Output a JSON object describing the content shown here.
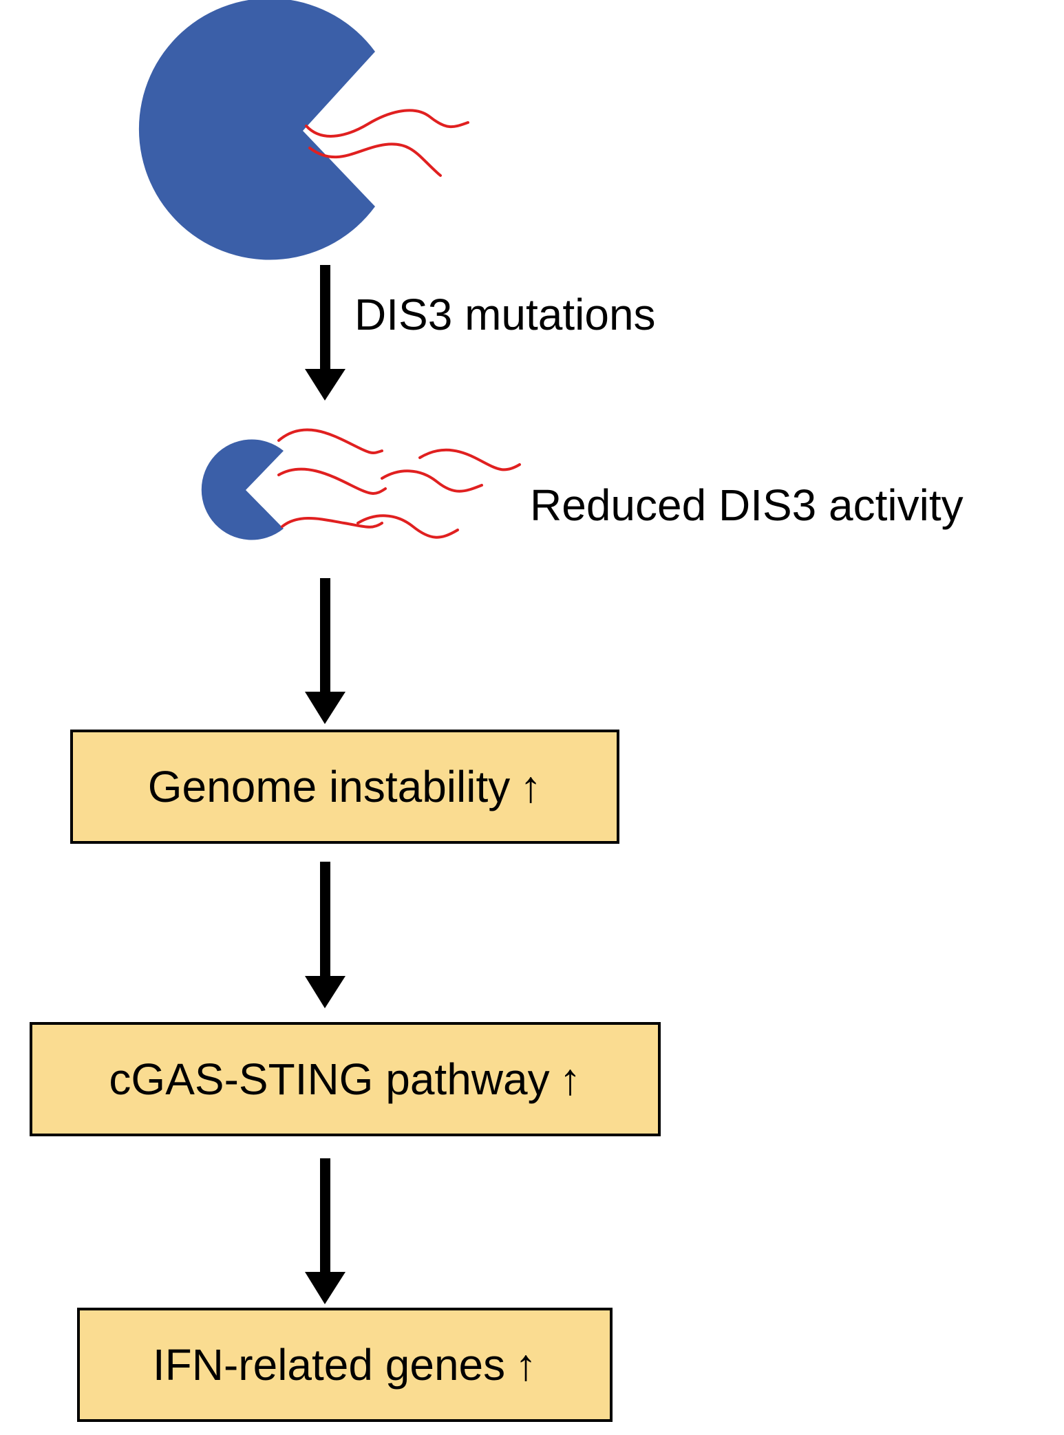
{
  "colors": {
    "enzyme": "#3b5fa8",
    "rna_strand": "#e02020",
    "box_fill": "#fadc91",
    "border": "#000000",
    "arrow": "#000000"
  },
  "labels": {
    "mutation_step": "DIS3 mutations",
    "reduced_activity": "Reduced DIS3 activity"
  },
  "boxes": [
    {
      "text": "Genome instability",
      "marker": "↑"
    },
    {
      "text": "cGAS-STING pathway",
      "marker": "↑"
    },
    {
      "text": "IFN-related genes",
      "marker": "↑"
    }
  ],
  "icons": {
    "enzyme": "pacman-enzyme-icon",
    "rna": "rna-strand-icon",
    "arrow": "down-arrow-icon"
  }
}
